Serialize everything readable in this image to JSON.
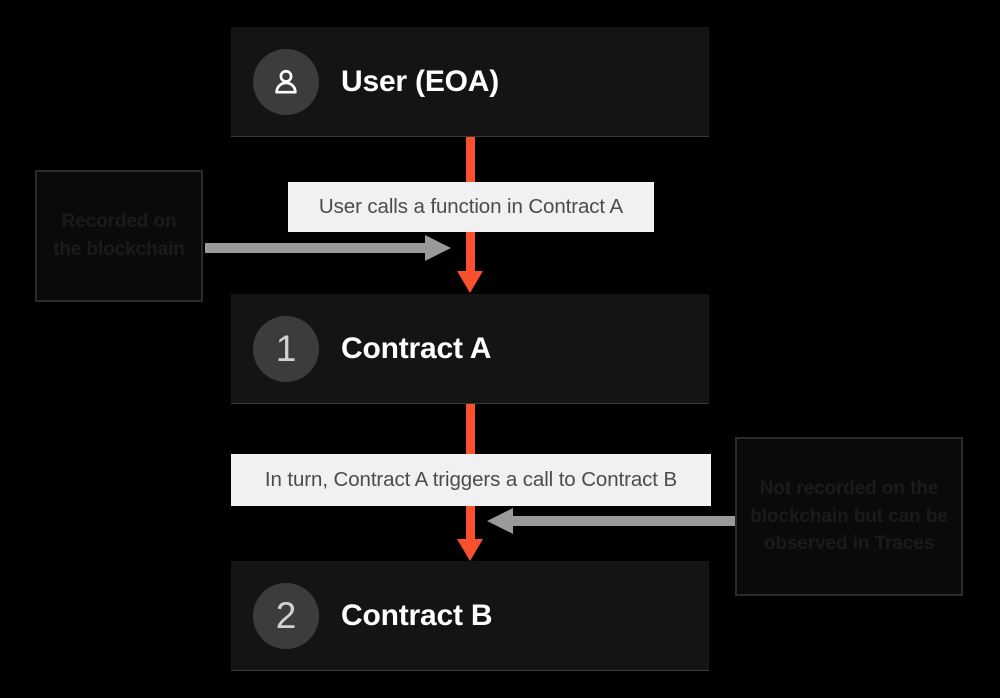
{
  "diagram": {
    "background_color": "#000000",
    "accent_color": "#f9512e",
    "grey_arrow_color": "#9a9a9a",
    "card_color": "#141414",
    "chip_color": "#f1f1f1"
  },
  "nodes": [
    {
      "id": "user",
      "badge_icon": "person-icon",
      "badge": "",
      "title": "User (EOA)"
    },
    {
      "id": "contract-a",
      "badge_icon": "",
      "badge": "1",
      "title": "Contract A"
    },
    {
      "id": "contract-b",
      "badge_icon": "",
      "badge": "2",
      "title": "Contract B"
    }
  ],
  "connectors": [
    {
      "id": "user-to-contract-a",
      "label": "User calls a function in Contract A"
    },
    {
      "id": "contract-a-to-contract-b",
      "label": "In turn, Contract A triggers a call to Contract B"
    }
  ],
  "callouts": [
    {
      "id": "recorded-note",
      "text": "Recorded on the blockchain"
    },
    {
      "id": "not-recorded-note",
      "text": "Not recorded on the blockchain but can be observed in Traces"
    }
  ]
}
